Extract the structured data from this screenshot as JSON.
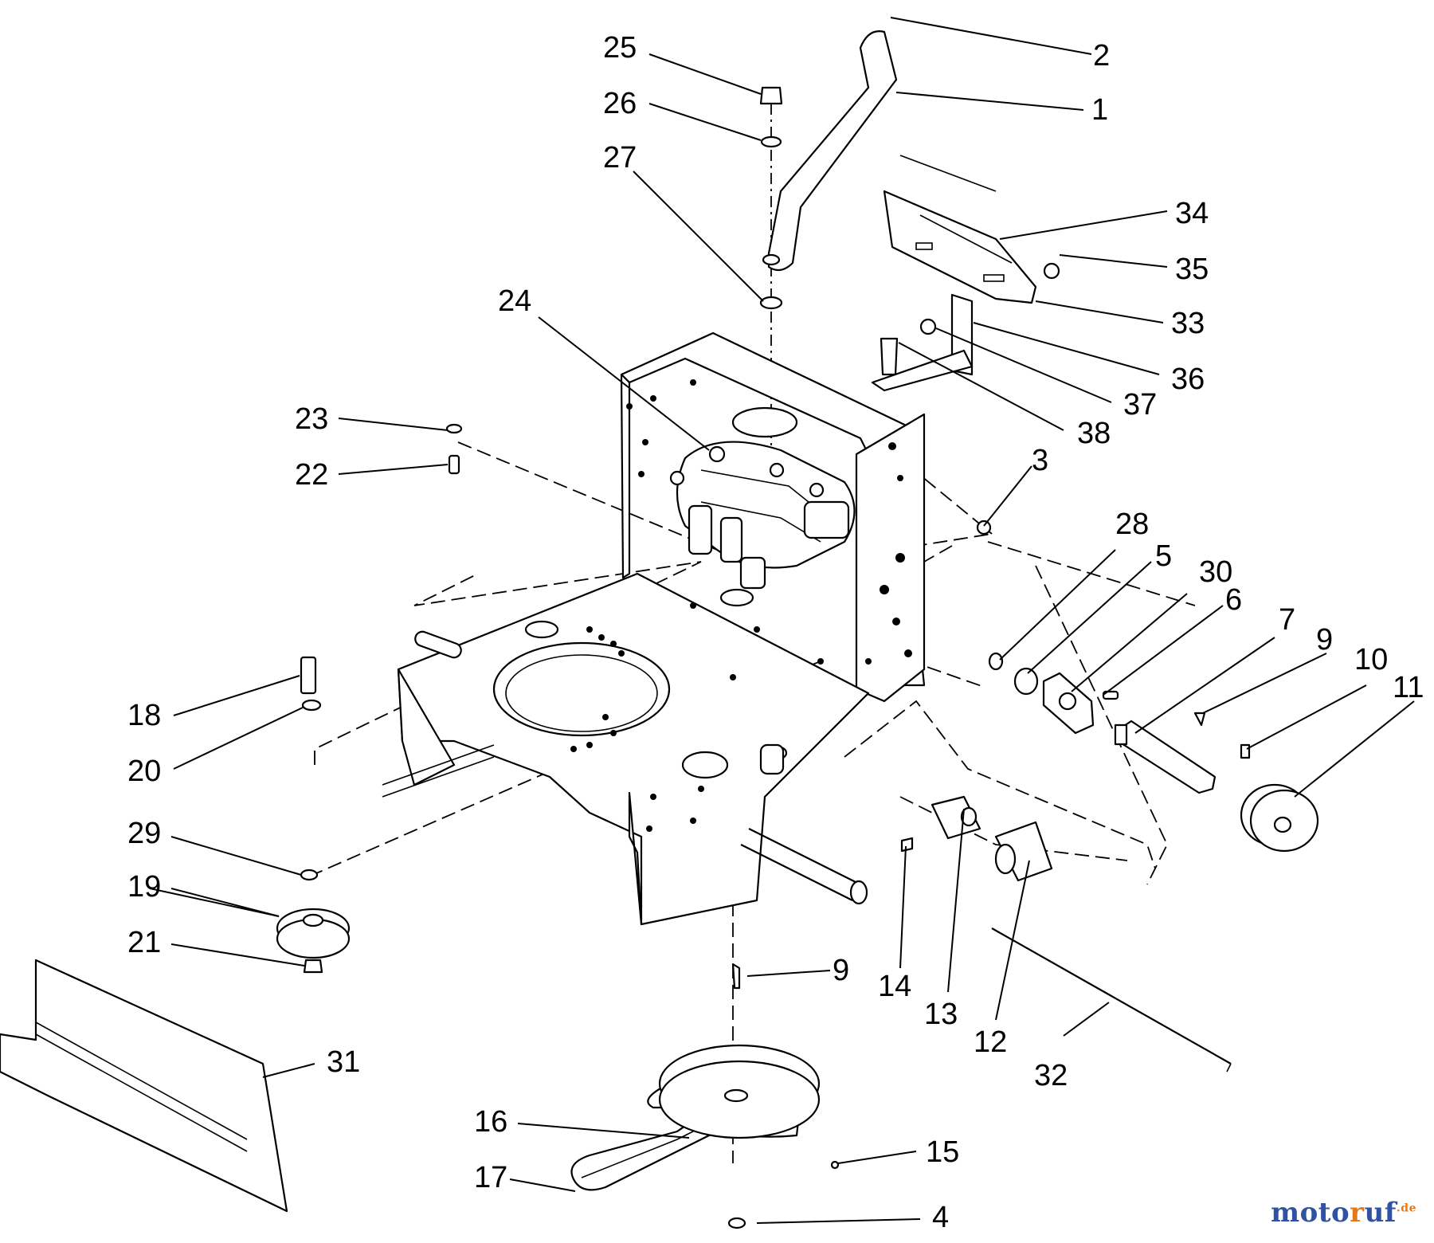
{
  "diagram": {
    "callouts": [
      {
        "id": "c1",
        "label": "1"
      },
      {
        "id": "c2",
        "label": "2"
      },
      {
        "id": "c3",
        "label": "3"
      },
      {
        "id": "c4",
        "label": "4"
      },
      {
        "id": "c5",
        "label": "5"
      },
      {
        "id": "c6",
        "label": "6"
      },
      {
        "id": "c7",
        "label": "7"
      },
      {
        "id": "c9a",
        "label": "9"
      },
      {
        "id": "c9b",
        "label": "9"
      },
      {
        "id": "c10",
        "label": "10"
      },
      {
        "id": "c11",
        "label": "11"
      },
      {
        "id": "c12",
        "label": "12"
      },
      {
        "id": "c13",
        "label": "13"
      },
      {
        "id": "c14",
        "label": "14"
      },
      {
        "id": "c15",
        "label": "15"
      },
      {
        "id": "c16",
        "label": "16"
      },
      {
        "id": "c17",
        "label": "17"
      },
      {
        "id": "c18",
        "label": "18"
      },
      {
        "id": "c19",
        "label": "19"
      },
      {
        "id": "c20",
        "label": "20"
      },
      {
        "id": "c21",
        "label": "21"
      },
      {
        "id": "c22",
        "label": "22"
      },
      {
        "id": "c23",
        "label": "23"
      },
      {
        "id": "c24",
        "label": "24"
      },
      {
        "id": "c25",
        "label": "25"
      },
      {
        "id": "c26",
        "label": "26"
      },
      {
        "id": "c27",
        "label": "27"
      },
      {
        "id": "c28",
        "label": "28"
      },
      {
        "id": "c29",
        "label": "29"
      },
      {
        "id": "c30",
        "label": "30"
      },
      {
        "id": "c31",
        "label": "31"
      },
      {
        "id": "c32",
        "label": "32"
      },
      {
        "id": "c33",
        "label": "33"
      },
      {
        "id": "c34",
        "label": "34"
      },
      {
        "id": "c35",
        "label": "35"
      },
      {
        "id": "c36",
        "label": "36"
      },
      {
        "id": "c37",
        "label": "37"
      },
      {
        "id": "c38",
        "label": "38"
      }
    ]
  },
  "watermark": {
    "part1": "moto",
    "part2": "r",
    "part3": "uf",
    "part4": ".de"
  }
}
